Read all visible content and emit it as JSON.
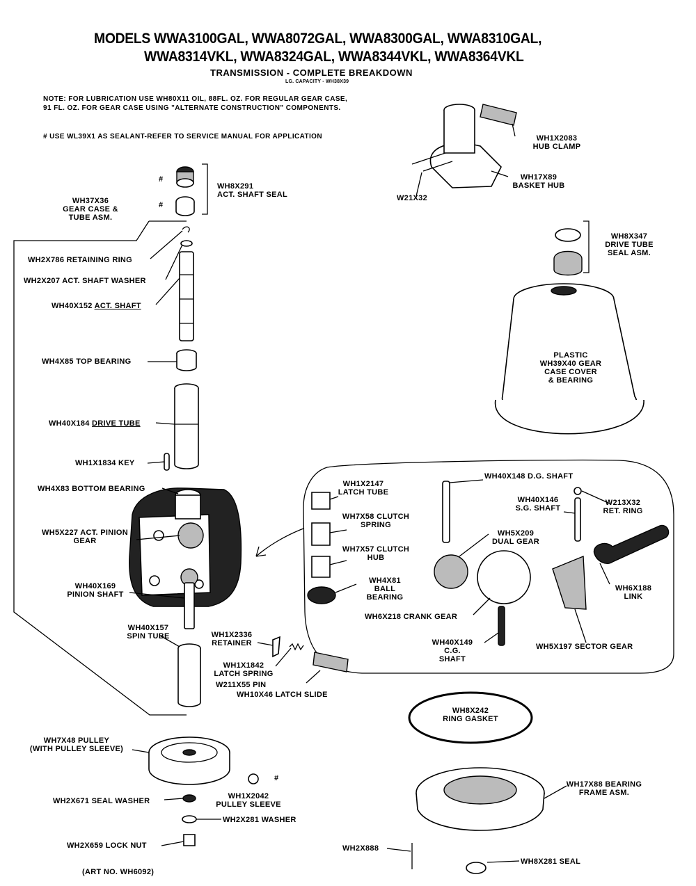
{
  "header": {
    "models_line1": "MODELS WWA3100GAL, WWA8072GAL, WWA8300GAL, WWA8310GAL,",
    "models_line2": "WWA8314VKL, WWA8324GAL, WWA8344VKL, WWA8364VKL",
    "subtitle": "TRANSMISSION - COMPLETE BREAKDOWN",
    "capacity": "LG. CAPACITY - WH38X39"
  },
  "notes": {
    "lubrication_1": "NOTE: FOR LUBRICATION USE WH80X11 OIL, 88FL. OZ. FOR REGULAR GEAR CASE,",
    "lubrication_2": "91 FL. OZ. FOR GEAR CASE USING \"ALTERNATE CONSTRUCTION\" COMPONENTS.",
    "sealant": "# USE WL39X1 AS SEALANT-REFER TO SERVICE MANUAL FOR APPLICATION",
    "hash": "#",
    "art_no": "(ART NO. WH6092)"
  },
  "parts": {
    "act_shaft_seal": {
      "number": "WH8X291",
      "name": "ACT. SHAFT SEAL"
    },
    "gear_case_tube": {
      "number": "WH37X36",
      "name1": "GEAR CASE &",
      "name2": "TUBE ASM."
    },
    "retaining_ring": {
      "number": "WH2X786",
      "name": "RETAINING RING"
    },
    "act_shaft_washer": {
      "number": "WH2X207",
      "name": "ACT. SHAFT WASHER"
    },
    "act_shaft": {
      "number": "WH40X152",
      "name": "ACT. SHAFT"
    },
    "top_bearing": {
      "number": "WH4X85",
      "name": "TOP BEARING"
    },
    "drive_tube": {
      "number": "WH40X184",
      "name": "DRIVE TUBE"
    },
    "key": {
      "number": "WH1X1834",
      "name": "KEY"
    },
    "bottom_bearing": {
      "number": "WH4X83",
      "name": "BOTTOM BEARING"
    },
    "act_pinion_gear": {
      "number": "WH5X227",
      "name1": "ACT. PINION",
      "name2": "GEAR"
    },
    "pinion_shaft": {
      "number": "WH40X169",
      "name": "PINION SHAFT"
    },
    "spin_tube": {
      "number": "WH40X157",
      "name": "SPIN TUBE"
    },
    "retainer": {
      "number": "WH1X2336",
      "name": "RETAINER"
    },
    "latch_spring": {
      "number": "WH1X1842",
      "name": "LATCH SPRING"
    },
    "pin": {
      "number": "W211X55",
      "name": "PIN"
    },
    "latch_slide": {
      "number": "WH10X46",
      "name": "LATCH SLIDE"
    },
    "pulley": {
      "number": "WH7X48",
      "name": "PULLEY",
      "name2": "(WITH PULLEY SLEEVE)"
    },
    "pulley_sleeve": {
      "number": "WH1X2042",
      "name": "PULLEY SLEEVE"
    },
    "seal_washer": {
      "number": "WH2X671",
      "name": "SEAL WASHER"
    },
    "washer": {
      "number": "WH2X281",
      "name": "WASHER"
    },
    "lock_nut": {
      "number": "WH2X659",
      "name": "LOCK NUT"
    },
    "hub_clamp": {
      "number": "WH1X2083",
      "name": "HUB CLAMP"
    },
    "basket_hub": {
      "number": "WH17X89",
      "name": "BASKET HUB"
    },
    "screw": {
      "number": "W21X32"
    },
    "drive_tube_seal": {
      "number": "WH8X347",
      "name1": "DRIVE TUBE",
      "name2": "SEAL ASM."
    },
    "gear_case_cover": {
      "line1": "PLASTIC",
      "line2": "WH39X40 GEAR",
      "line3": "CASE COVER",
      "line4": "& BEARING"
    },
    "latch_tube": {
      "number": "WH1X2147",
      "name": "LATCH TUBE"
    },
    "clutch_spring": {
      "number": "WH7X58",
      "name1": "CLUTCH",
      "name2": "SPRING"
    },
    "clutch_hub": {
      "number": "WH7X57",
      "name1": "CLUTCH",
      "name2": "HUB"
    },
    "ball_bearing": {
      "number": "WH4X81",
      "name1": "BALL",
      "name2": "BEARING"
    },
    "dg_shaft": {
      "number": "WH40X148",
      "name": "D.G. SHAFT"
    },
    "sg_shaft": {
      "number": "WH40X146",
      "name": "S.G. SHAFT"
    },
    "ret_ring": {
      "number": "W213X32",
      "name": "RET. RING"
    },
    "dual_gear": {
      "number": "WH5X209",
      "name": "DUAL GEAR"
    },
    "link": {
      "number": "WH6X188",
      "name": "LINK"
    },
    "crank_gear": {
      "number": "WH6X218",
      "name": "CRANK GEAR"
    },
    "cg_shaft": {
      "number": "WH40X149",
      "name1": "C.G.",
      "name2": "SHAFT"
    },
    "sector_gear": {
      "number": "WH5X197",
      "name": "SECTOR GEAR"
    },
    "ring_gasket": {
      "number": "WH8X242",
      "name": "RING GASKET"
    },
    "bearing_frame": {
      "number": "WH17X88",
      "name1": "BEARING",
      "name2": "FRAME ASM."
    },
    "bolt": {
      "number": "WH2X888"
    },
    "seal": {
      "number": "WH8X281",
      "name": "SEAL"
    }
  }
}
